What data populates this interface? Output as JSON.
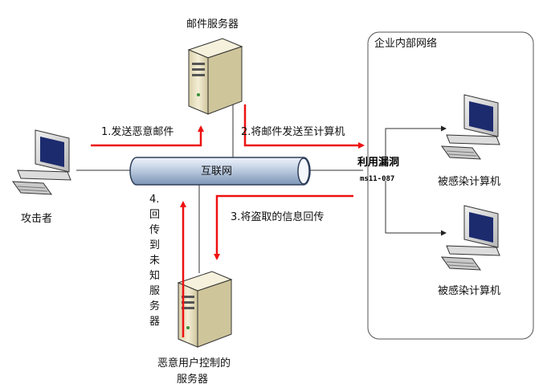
{
  "labels": {
    "mail_server": "邮件服务器",
    "attacker": "攻击者",
    "internet": "互联网",
    "enterprise_network": "企业内部网络",
    "exploit": "利用漏洞",
    "cve": "ms11-087",
    "infected_pc_1": "被感染计算机",
    "infected_pc_2": "被感染计算机",
    "malicious_server_1": "恶意用户控制的",
    "malicious_server_2": "服务器"
  },
  "steps": {
    "step1": "1.发送恶意邮件",
    "step2": "2.将邮件发送至计算机",
    "step3": "3.将盗取的信息回传",
    "step4_chars": [
      "4.",
      "回",
      "传",
      "到",
      "未",
      "知",
      "服",
      "务",
      "器"
    ]
  },
  "colors": {
    "arrow_red": "#ee1111",
    "line": "#333333",
    "pipe_light": "#e3ebf6",
    "pipe_dark": "#7d95b6",
    "server_body": "#efe8c9",
    "monitor_screen": "#1c2b6e"
  }
}
